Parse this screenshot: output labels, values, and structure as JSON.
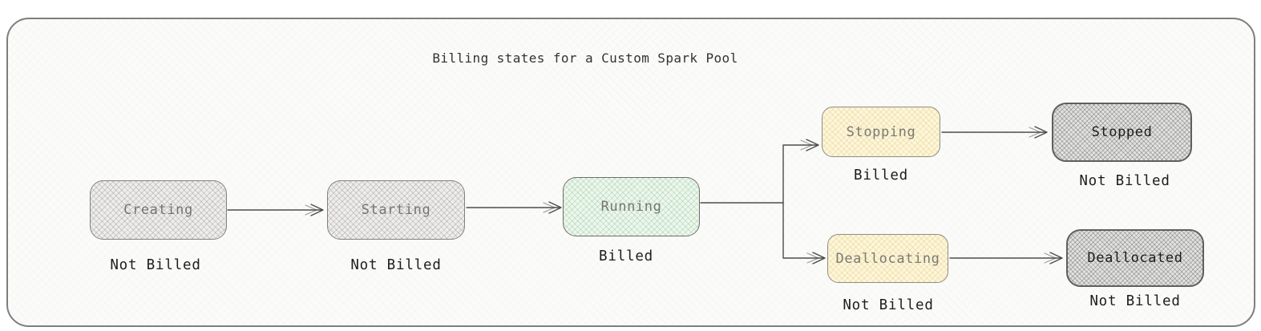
{
  "title": "Billing states for a Custom Spark Pool",
  "nodes": {
    "creating": {
      "label": "Creating",
      "caption": "Not Billed",
      "fill": "#eeedec"
    },
    "starting": {
      "label": "Starting",
      "caption": "Not Billed",
      "fill": "#eeedec"
    },
    "running": {
      "label": "Running",
      "caption": "Billed",
      "fill": "#edf7ed"
    },
    "stopping": {
      "label": "Stopping",
      "caption": "Billed",
      "fill": "#fdf6da"
    },
    "stopped": {
      "label": "Stopped",
      "caption": "Not Billed",
      "fill": "#e2e2e1"
    },
    "deallocating": {
      "label": "Deallocating",
      "caption": "Not Billed",
      "fill": "#fdf6da"
    },
    "deallocated": {
      "label": "Deallocated",
      "caption": "Not Billed",
      "fill": "#e2e2e1"
    }
  },
  "edges": [
    {
      "from": "creating",
      "to": "starting"
    },
    {
      "from": "starting",
      "to": "running"
    },
    {
      "from": "running",
      "to": "stopping"
    },
    {
      "from": "running",
      "to": "deallocating"
    },
    {
      "from": "stopping",
      "to": "stopped"
    },
    {
      "from": "deallocating",
      "to": "deallocated"
    }
  ],
  "colors": {
    "billed_green_fill": "#edf7ed",
    "transition_yellow_fill": "#fdf6da",
    "inactive_gray_fill": "#eeedec",
    "terminal_gray_fill": "#e2e2e1",
    "arrow_stroke": "#4c4c49",
    "frame_border": "#7e7e7e"
  }
}
